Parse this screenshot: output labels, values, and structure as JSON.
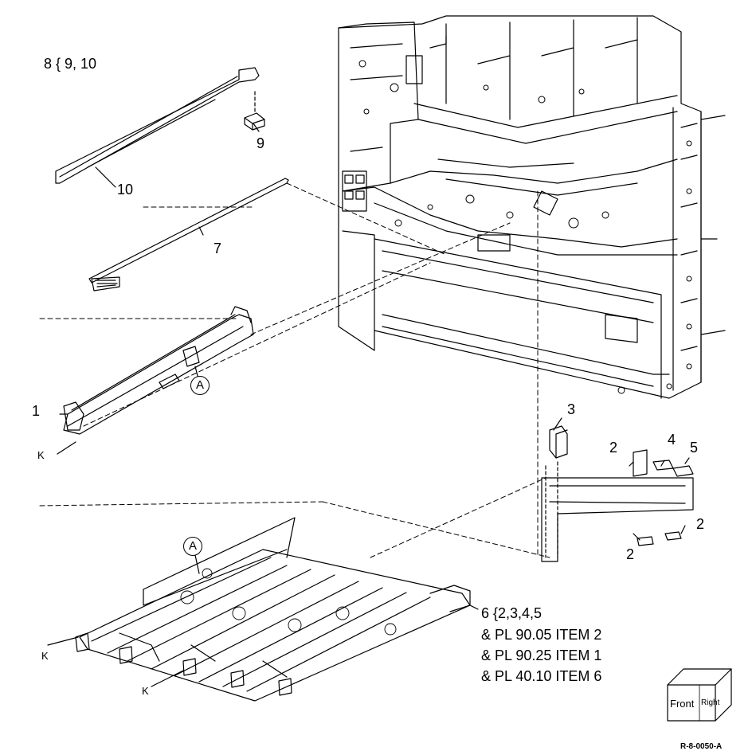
{
  "labels": {
    "part_8_group": "8 { 9, 10",
    "part_9": "9",
    "part_10": "10",
    "part_7": "7",
    "part_1": "1",
    "part_K_top": "K",
    "part_A_top": "A",
    "part_A_bottom": "A",
    "part_3": "3",
    "part_2_a": "2",
    "part_4": "4",
    "part_5": "5",
    "part_2_b": "2",
    "part_2_c": "2",
    "part_6_group": "6 {2,3,4,5",
    "ref_line_1": "& PL 90.05 ITEM 2",
    "ref_line_2": "& PL 90.25 ITEM 1",
    "ref_line_3": "& PL 40.10 ITEM 6",
    "part_K_mid": "K",
    "part_K_bottom": "K",
    "orientation_front": "Front",
    "orientation_right": "Right",
    "figure_id": "R-8-0050-A"
  }
}
